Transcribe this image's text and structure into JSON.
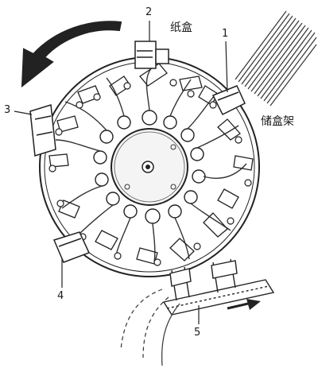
{
  "labels": {
    "n1": "1",
    "n2": "2",
    "n3": "3",
    "n4": "4",
    "n5": "5",
    "paper_box": "纸盒",
    "box_rack": "储盒架"
  },
  "colors": {
    "ink": "#1a1a1a",
    "background": "#ffffff",
    "arrow_fill": "#222222",
    "hub_fill": "#f4f4f4"
  }
}
